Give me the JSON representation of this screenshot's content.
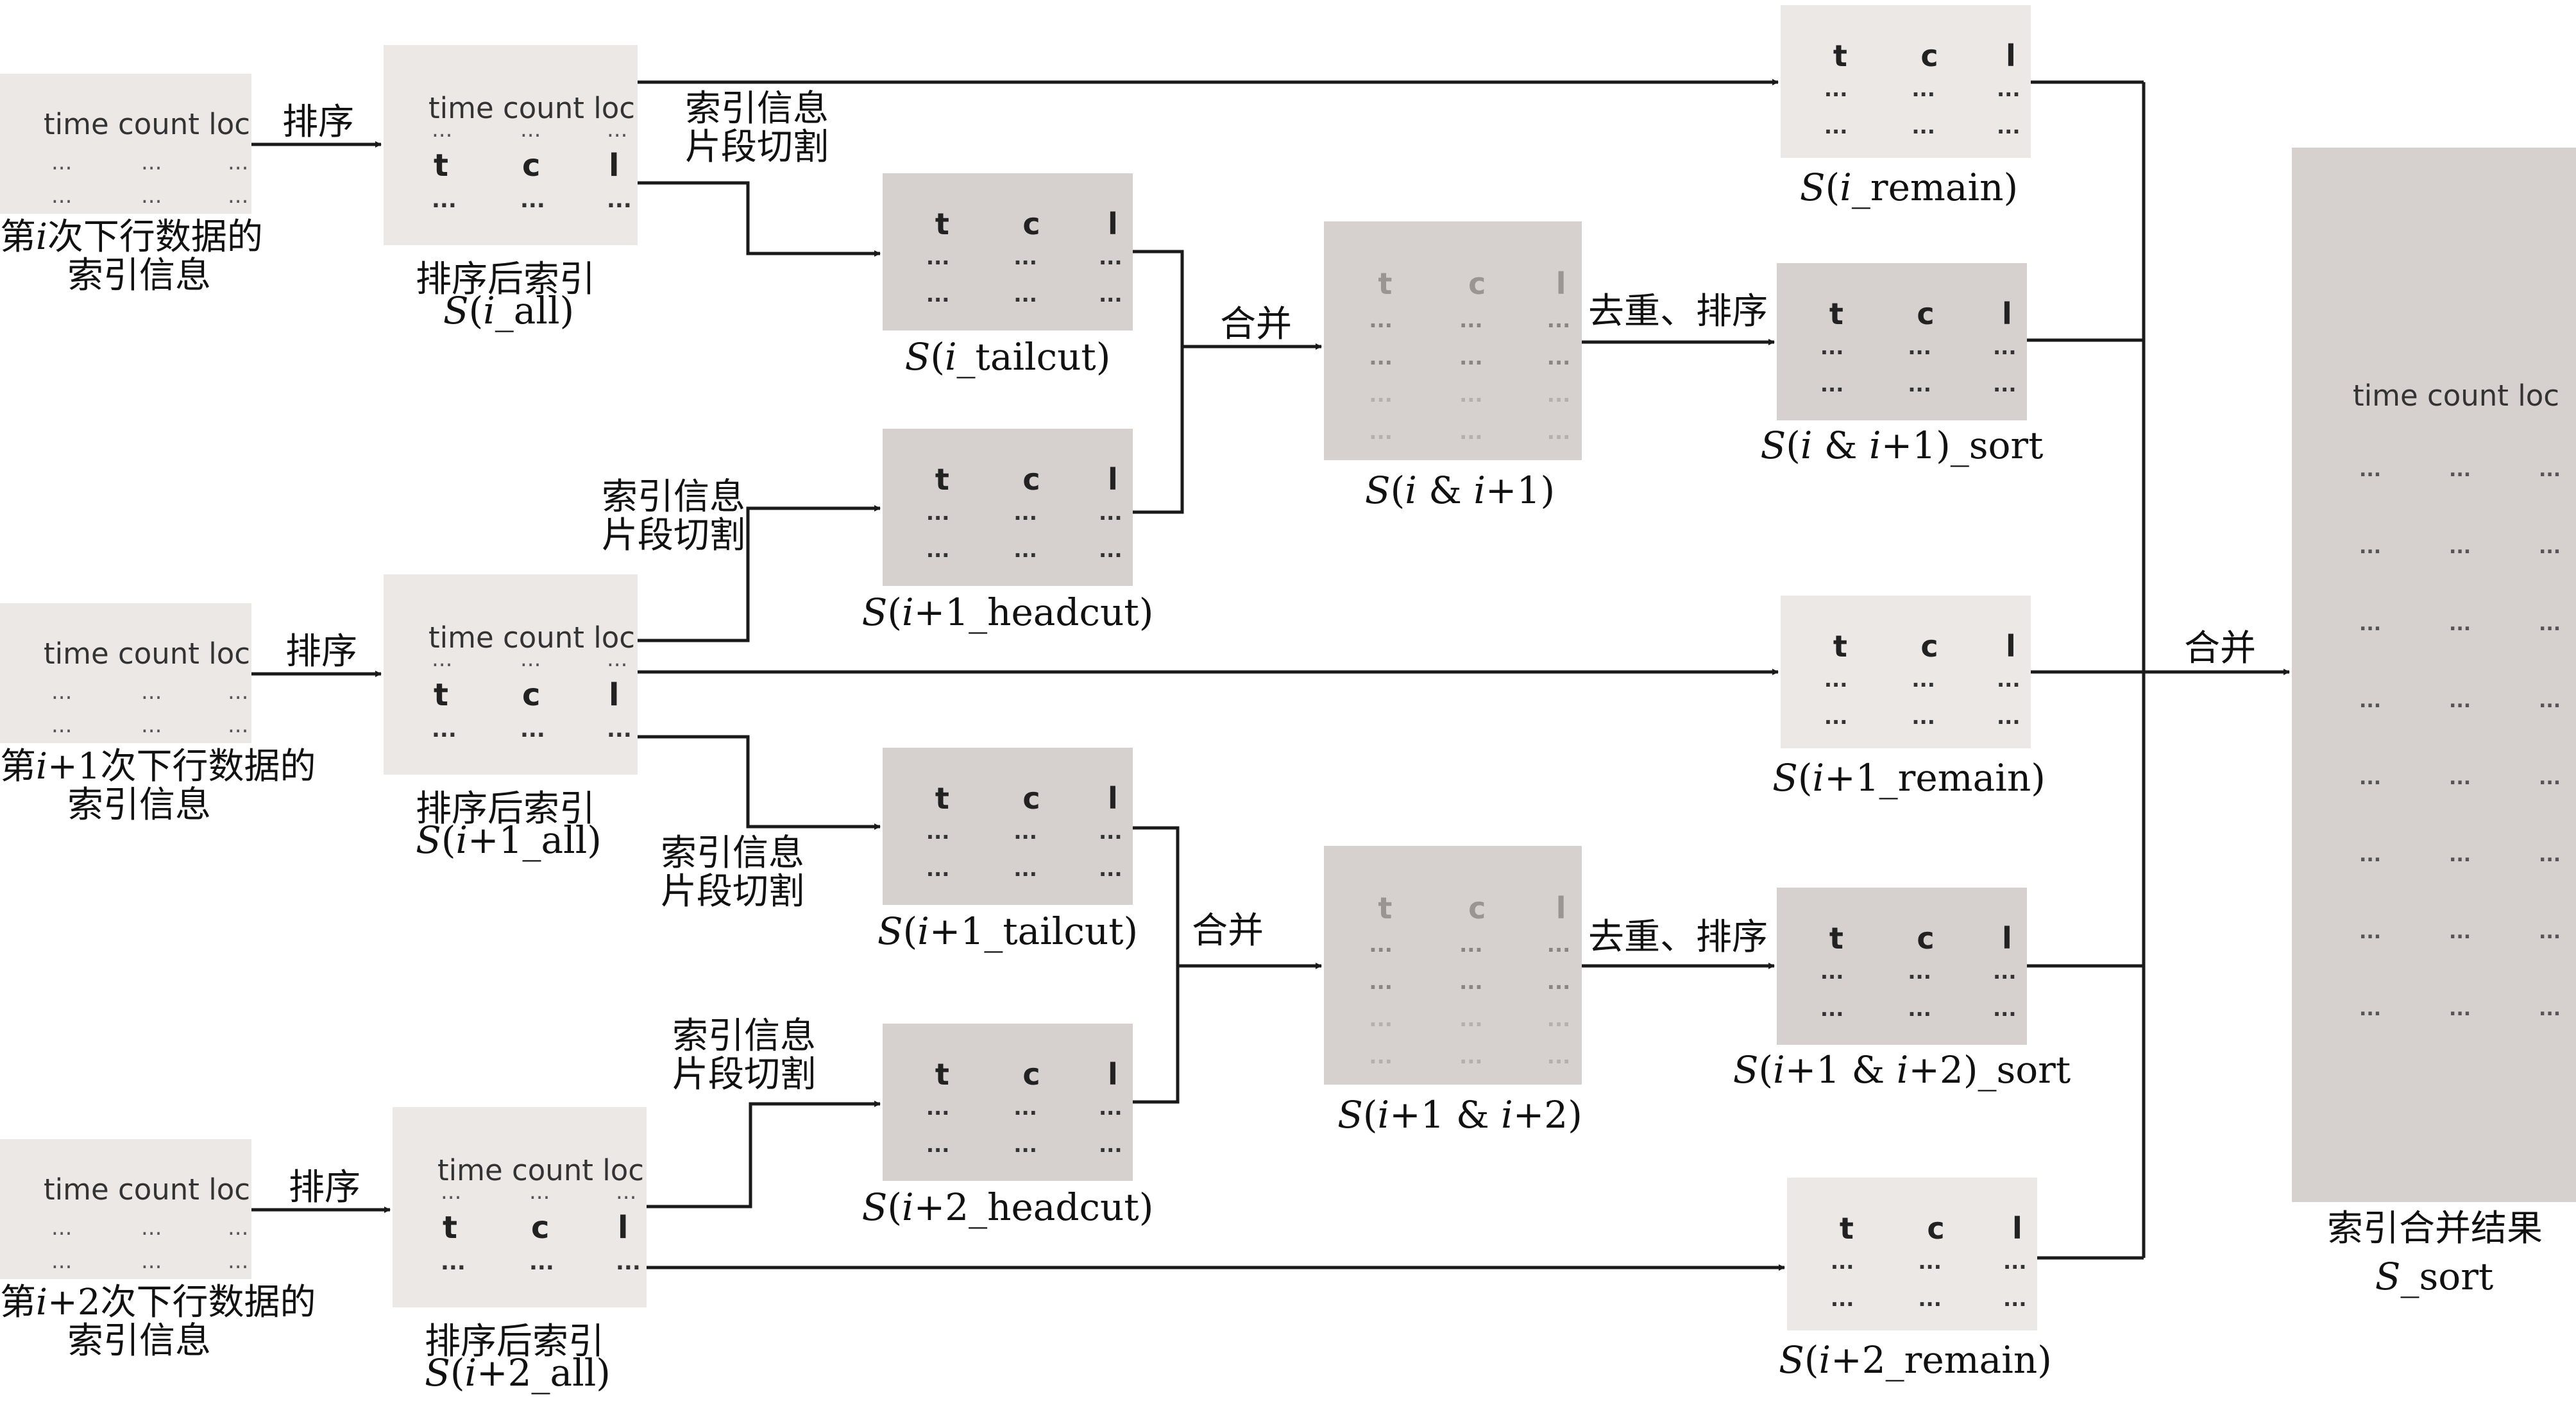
{
  "colors": {
    "light_box": "#ebe8e5",
    "dark_box": "#d6d1ce",
    "text": "#111111",
    "line": "#1a1a1a"
  },
  "col_header": "time count loc",
  "short_header": {
    "t": "t",
    "c": "c",
    "l": "l"
  },
  "ellipsis": "...",
  "sort_label": "排序",
  "cut_label_1": "索引信息",
  "cut_label_2": "片段切割",
  "merge_label": "合并",
  "dedup_label": "去重、排序",
  "sorted_index_label": "排序后索引",
  "inputs": [
    {
      "line1_pre": "第",
      "line1_var": "i",
      "line1_post": "次下行数据的",
      "line2": "索引信息"
    },
    {
      "line1_pre": "第",
      "line1_var": "i",
      "line1_post": "+1次下行数据的",
      "line2": "索引信息"
    },
    {
      "line1_pre": "第",
      "line1_var": "i",
      "line1_post": "+2次下行数据的",
      "line2": "索引信息"
    }
  ],
  "sorted_names": [
    "S(i_all)",
    "S(i+1_all)",
    "S(i+2_all)"
  ],
  "tailcut_names": [
    "S(i_tailcut)",
    "S(i+1_tailcut)"
  ],
  "headcut_names": [
    "S(i+1_headcut)",
    "S(i+2_headcut)"
  ],
  "merged_names": [
    "S(i & i+1)",
    "S(i+1 & i+2)"
  ],
  "sort_names": [
    "S(i & i+1)_sort",
    "S(i+1 & i+2)_sort"
  ],
  "remain_names": [
    "S(i_remain)",
    "S(i+1_remain)",
    "S(i+2_remain)"
  ],
  "final": {
    "line1": "索引合并结果",
    "line2": "S_sort"
  }
}
